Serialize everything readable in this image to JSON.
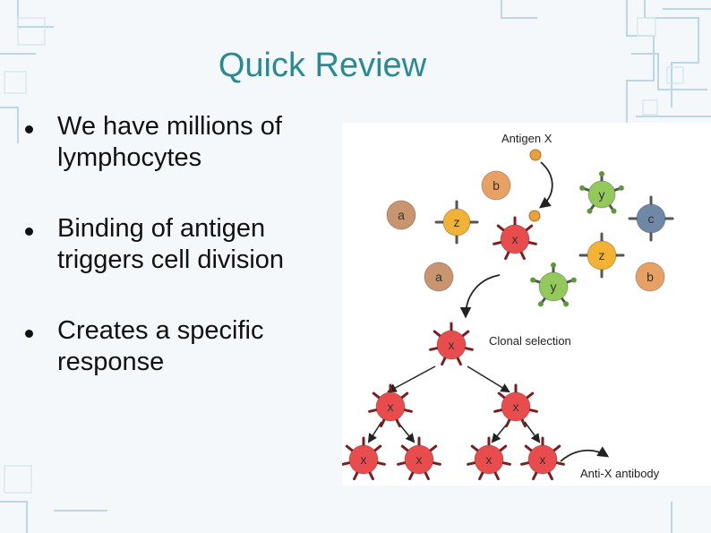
{
  "slide": {
    "title": "Quick Review",
    "bullets": [
      "We have millions of lymphocytes",
      "Binding of antigen triggers cell division",
      "Creates a specific response"
    ]
  },
  "figure": {
    "antigen_label": "Antigen X",
    "clonal_label": "Clonal selection",
    "antibody_label": "Anti-X antibody",
    "cell_letters": {
      "a": "a",
      "b": "b",
      "c": "c",
      "x": "x",
      "y": "y",
      "z": "z"
    }
  },
  "colors": {
    "title": "#2a8a92",
    "cell_a": "#c9956f",
    "cell_b": "#e8a165",
    "cell_c": "#6f88a8",
    "cell_x": "#e84c4c",
    "cell_y": "#93c95b",
    "cell_z": "#f2b233"
  }
}
